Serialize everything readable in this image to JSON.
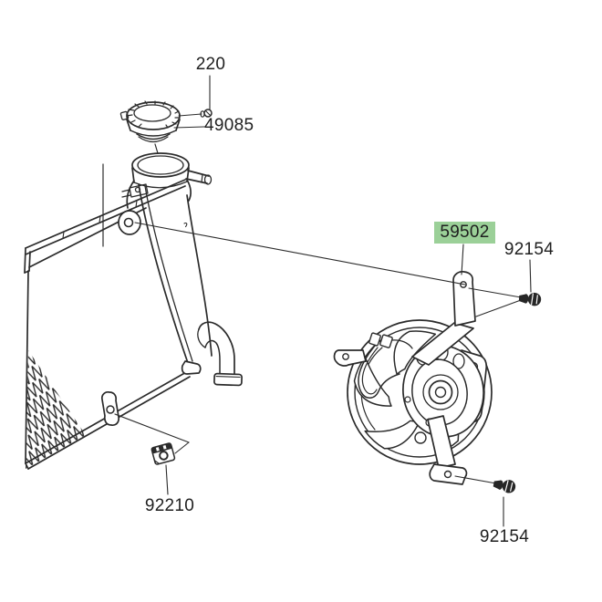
{
  "page": {
    "background_color": "#ffffff"
  },
  "diagram": {
    "type": "exploded-parts-diagram",
    "subject": "radiator-and-cooling-fan",
    "line_color": "#2b2b2b",
    "highlight_color": "#9bd098",
    "parts": {
      "cap_screw": {
        "label": "220",
        "highlighted": false
      },
      "radiator_cap": {
        "label": "49085",
        "highlighted": false
      },
      "cooling_fan": {
        "label": "59502",
        "highlighted": true
      },
      "bolt_upper": {
        "label": "92154",
        "highlighted": false
      },
      "clip_nut": {
        "label": "92210",
        "highlighted": false
      },
      "bolt_lower": {
        "label": "92154",
        "highlighted": false
      }
    }
  }
}
